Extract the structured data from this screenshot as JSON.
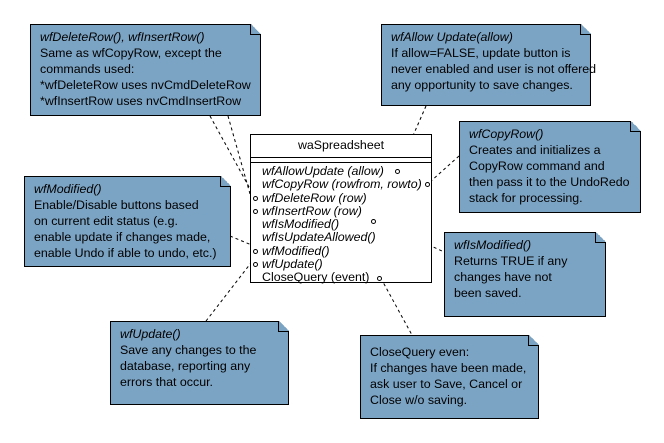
{
  "class": {
    "name": "waSpreadsheet",
    "operations": [
      {
        "label": "wfAllowUpdate (allow)",
        "italic": true
      },
      {
        "label": "wfCopyRow (rowfrom, rowto)",
        "italic": true
      },
      {
        "label": "wfDeleteRow (row)",
        "italic": true
      },
      {
        "label": "wfInsertRow (row)",
        "italic": true
      },
      {
        "label": "wfIsModified()",
        "italic": true
      },
      {
        "label": "wfIsUpdateAllowed()",
        "italic": true
      },
      {
        "label": "wfModified()",
        "italic": true
      },
      {
        "label": "wfUpdate()",
        "italic": true
      },
      {
        "label": "CloseQuery (event)",
        "italic": false
      }
    ]
  },
  "notes": {
    "delete_insert": {
      "title": "wfDeleteRow(), wfInsertRow()",
      "lines": [
        "Same as wfCopyRow, except the",
        "commands used:",
        "*wfDeleteRow uses nvCmdDeleteRow",
        "*wfInsertRow uses nvCmdInsertRow"
      ]
    },
    "allow_update": {
      "title": "wfAllow Update(allow)",
      "lines": [
        "If allow=FALSE, update button is",
        "never enabled and user is not offered",
        "any opportunity to save changes."
      ]
    },
    "copy_row": {
      "title": "wfCopyRow()",
      "lines": [
        "Creates and initializes a",
        "CopyRow command and",
        "then pass it to the UndoRedo",
        "stack for processing."
      ]
    },
    "modified": {
      "title": "wfModified()",
      "lines": [
        "Enable/Disable buttons based",
        "on current edit status (e.g.",
        "enable update if changes made,",
        "enable Undo if able to undo, etc.)"
      ]
    },
    "is_modified": {
      "title": "wfIsModified()",
      "lines": [
        "Returns TRUE if any",
        "changes have not",
        "been saved."
      ]
    },
    "update": {
      "title": "wfUpdate()",
      "lines": [
        "Save any changes to the",
        "database, reporting any",
        "errors that occur."
      ]
    },
    "close_query": {
      "title": "",
      "lines": [
        "CloseQuery even:",
        "If changes have been made,",
        "ask user to Save, Cancel or",
        "Close w/o saving."
      ]
    }
  },
  "colors": {
    "note_fill": "#7ba3c3",
    "outline": "#000000",
    "background": "#ffffff"
  }
}
